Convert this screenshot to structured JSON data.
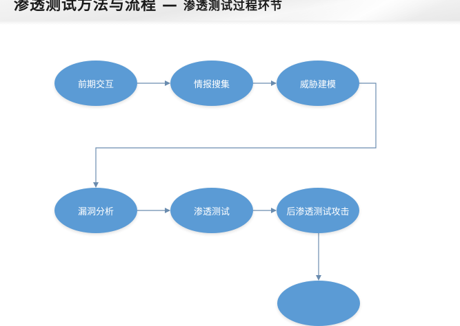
{
  "header": {
    "title": "渗透测试方法与流程",
    "separator": "—",
    "subtitle": "渗透测试过程环节"
  },
  "colors": {
    "node_fill": "#5b9bd5",
    "node_text": "#ffffff",
    "connector": "#6a8caf"
  },
  "flow": {
    "nodes": [
      {
        "id": 1,
        "label": "前期交互"
      },
      {
        "id": 2,
        "label": "情报搜集"
      },
      {
        "id": 3,
        "label": "威胁建模"
      },
      {
        "id": 4,
        "label": "漏洞分析"
      },
      {
        "id": 5,
        "label": "渗透测试"
      },
      {
        "id": 6,
        "label": "后渗透测试攻击"
      },
      {
        "id": 7,
        "label": ""
      }
    ],
    "edges": [
      {
        "from": 1,
        "to": 2
      },
      {
        "from": 2,
        "to": 3
      },
      {
        "from": 3,
        "to": 4
      },
      {
        "from": 4,
        "to": 5
      },
      {
        "from": 5,
        "to": 6
      },
      {
        "from": 6,
        "to": 7
      }
    ]
  }
}
